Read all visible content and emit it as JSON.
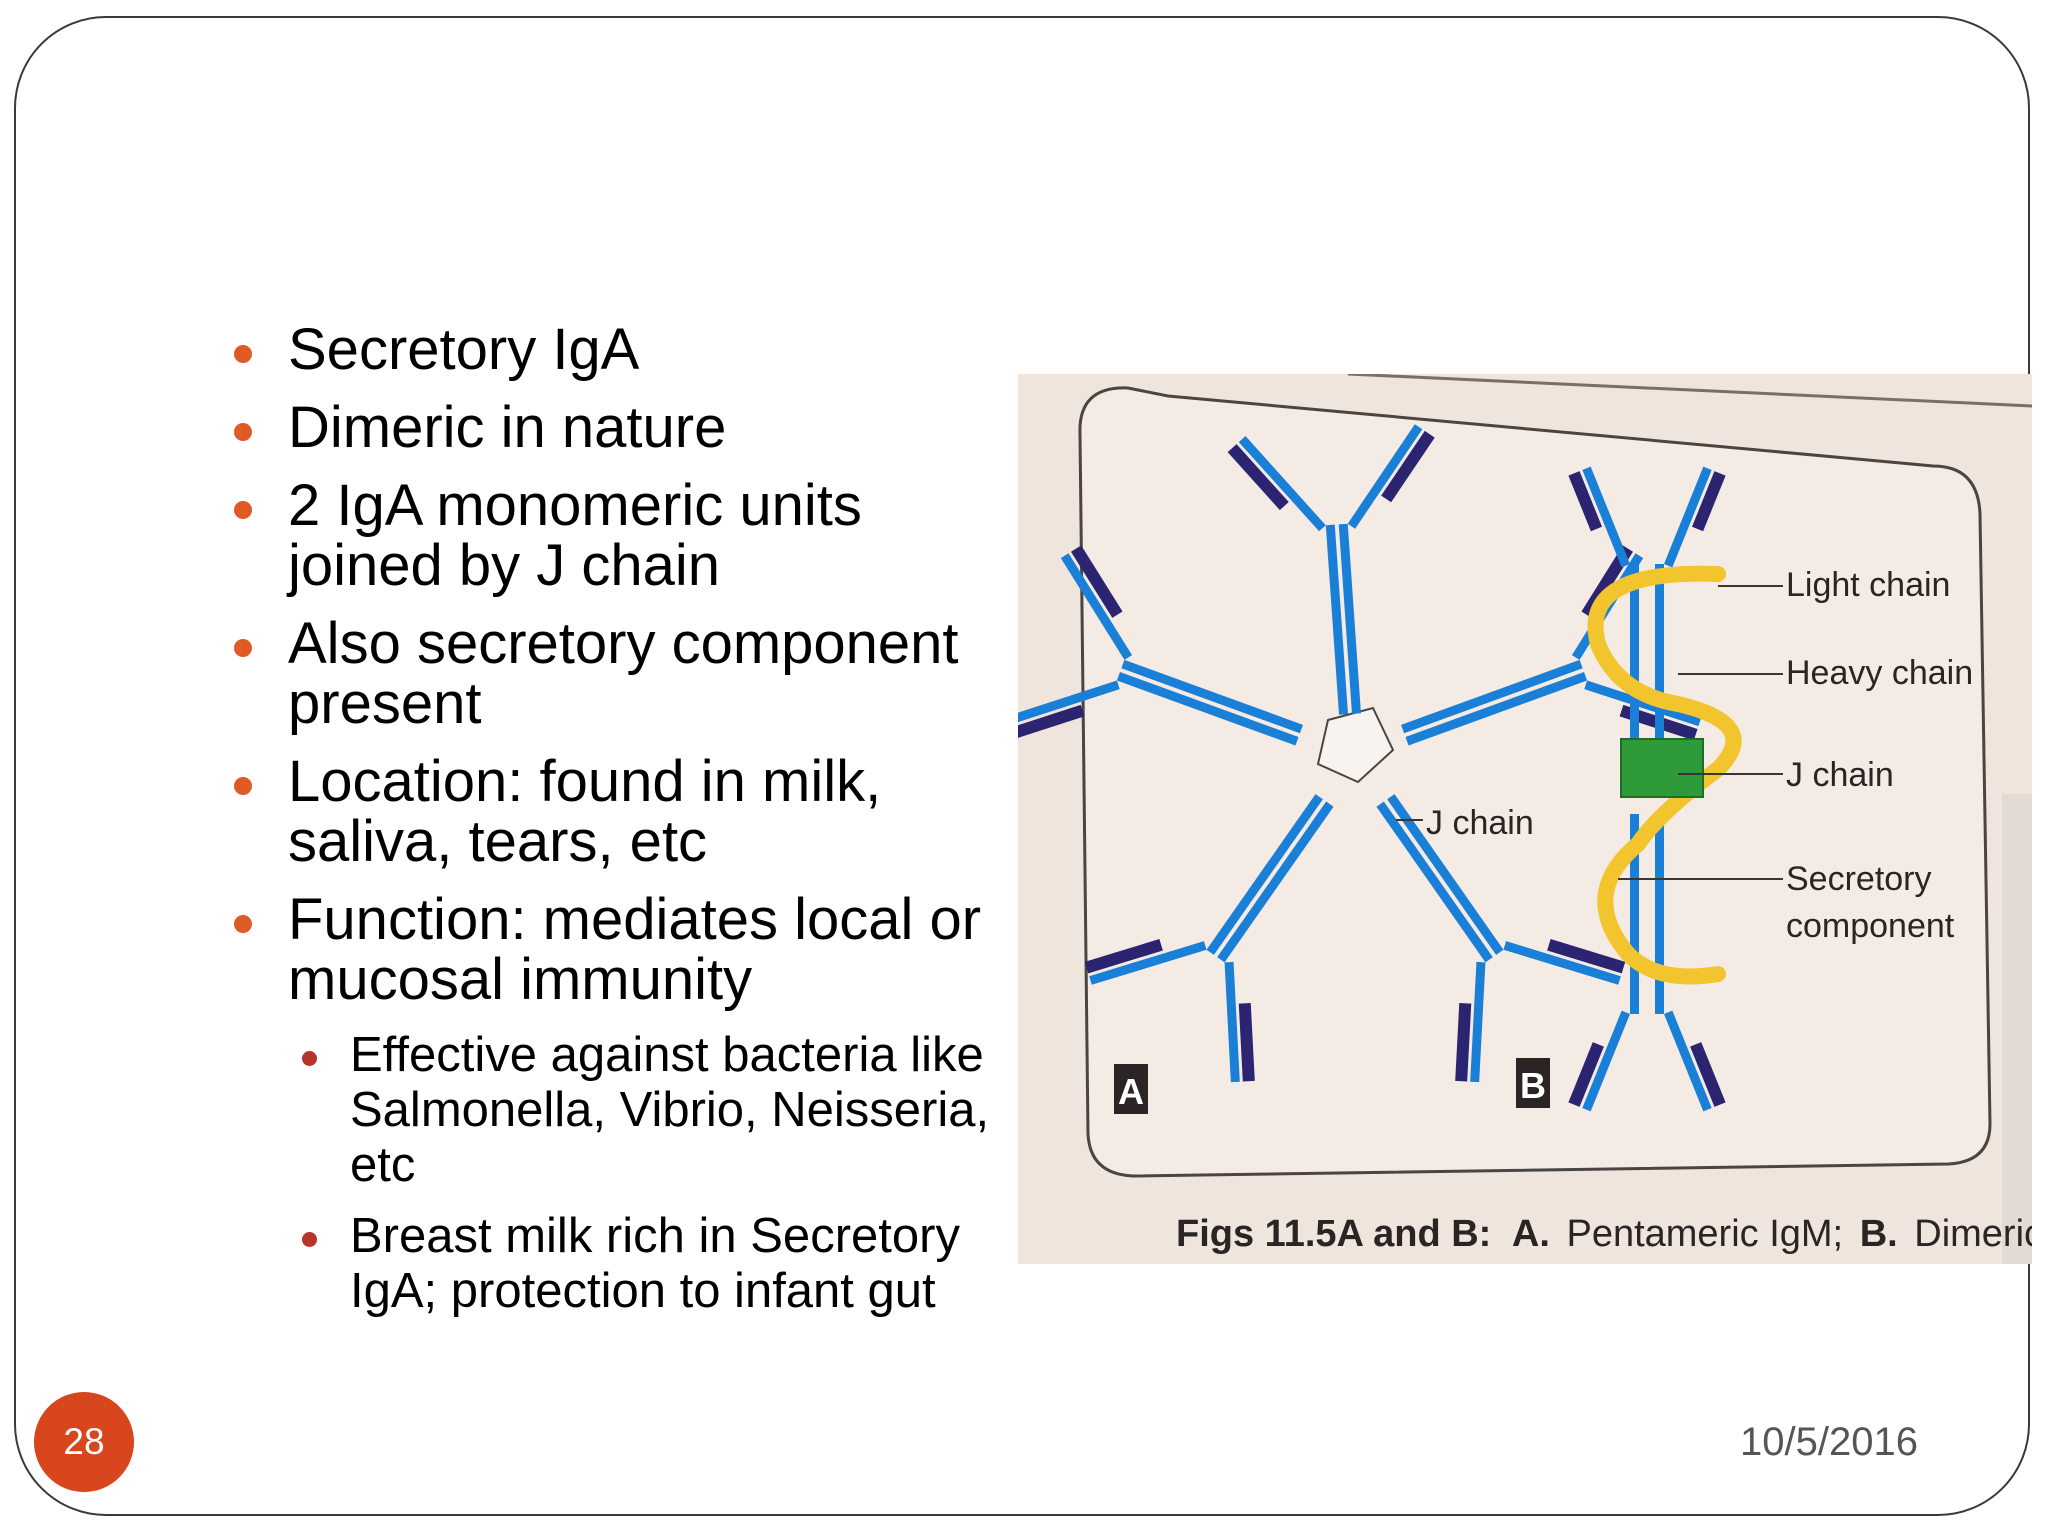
{
  "bullets": [
    {
      "text": "Secretory IgA"
    },
    {
      "text": "Dimeric in nature"
    },
    {
      "text": "2 IgA monomeric units joined by J chain"
    },
    {
      "text": "Also secretory component present"
    },
    {
      "text": "Location: found in milk, saliva, tears, etc"
    },
    {
      "text": "Function: mediates local or mucosal immunity",
      "subitems": [
        {
          "text": "Effective against bacteria like Salmonella, Vibrio, Neisseria, etc"
        },
        {
          "text": "Breast milk rich in Secretory IgA; protection to infant gut"
        }
      ]
    }
  ],
  "figure": {
    "panel_a_letter": "A",
    "panel_b_letter": "B",
    "label_j_chain_a": "J chain",
    "label_light_chain": "Light chain",
    "label_heavy_chain": "Heavy chain",
    "label_j_chain_b": "J chain",
    "label_secretory_1": "Secretory",
    "label_secretory_2": "component",
    "caption_prefix": "Figs 11.5A and B:",
    "caption_a_letter": "A.",
    "caption_a_text": "Pentameric IgM;",
    "caption_b_letter": "B.",
    "caption_b_text": "Dimeric IgA"
  },
  "footer": {
    "slide_number": "28",
    "date": "10/5/2016"
  },
  "colors": {
    "bullet": "#e05a26",
    "subbullet": "#b5352b",
    "slide_number_bg": "#d7461c",
    "heavy_chain": "#1a7fd6",
    "light_chain": "#2b2470",
    "secretory_component": "#f2c42e",
    "j_chain_box": "#2f9a3a",
    "photo_bg": "#efe5dc"
  }
}
